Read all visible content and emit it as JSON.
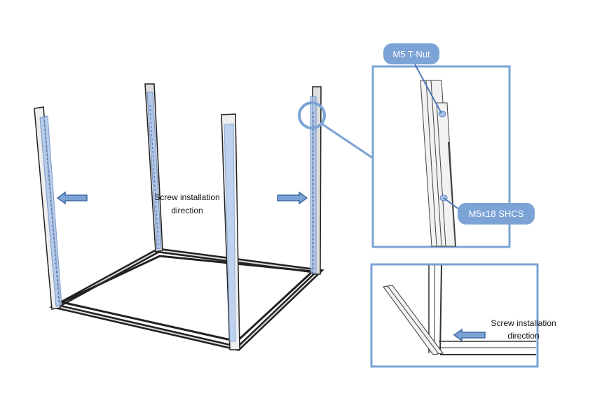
{
  "main_view": {
    "annotation_line1": "Screw installation",
    "annotation_line2": "direction"
  },
  "detail_top": {
    "callout_tnut": "M5 T-Nut",
    "callout_shcs": "M5x18 SHCS"
  },
  "detail_bottom": {
    "annotation_line1": "Screw installation",
    "annotation_line2": "direction"
  },
  "colors": {
    "accent": "#7ba3d6",
    "arrow_fill": "#6d95c9",
    "arrow_stroke": "#3f6aa3",
    "frame": "#222222"
  }
}
